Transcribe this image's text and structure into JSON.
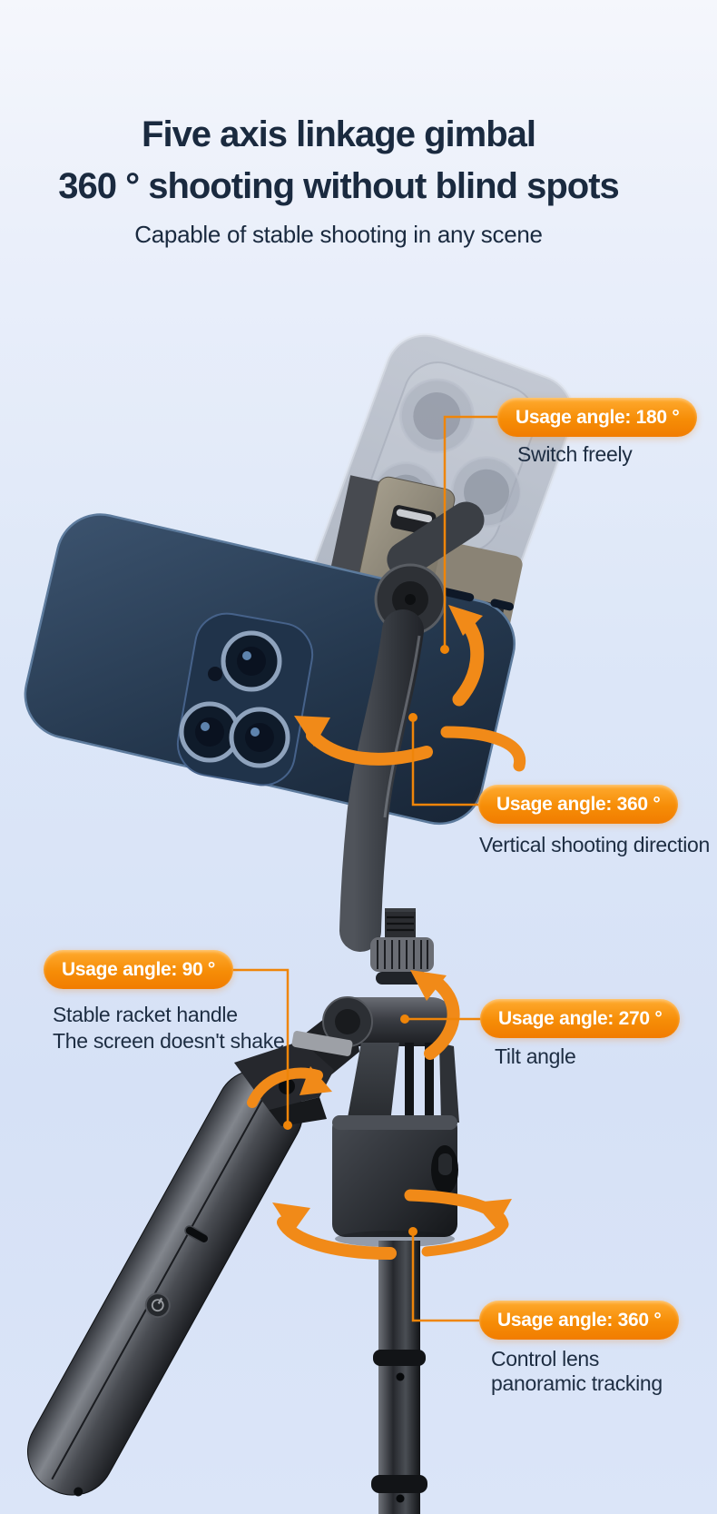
{
  "header": {
    "title_line1": "Five axis linkage gimbal",
    "title_line2": "360 ° shooting without blind spots",
    "subtitle": "Capable of stable shooting in any scene"
  },
  "callouts": [
    {
      "label": "Usage angle: 180 °",
      "desc_lines": [
        "Switch freely"
      ]
    },
    {
      "label": "Usage angle: 360 °",
      "desc_lines": [
        "Vertical shooting direction"
      ]
    },
    {
      "label": "Usage angle: 90 °",
      "desc_lines": [
        "Stable racket handle",
        "The screen doesn't shake"
      ]
    },
    {
      "label": "Usage angle: 270 °",
      "desc_lines": [
        "Tilt angle"
      ]
    },
    {
      "label": "Usage angle: 360 °",
      "desc_lines": [
        "Control lens",
        "panoramic tracking"
      ]
    }
  ],
  "colors": {
    "accent_orange": "#f48206",
    "badge_gradient_top": "#ffab30",
    "badge_gradient_bottom": "#f17c00",
    "connector_line": "#ef8509",
    "heading_text": "#1a2a3f",
    "body_text": "#1d2d42",
    "background_top": "#f5f7fc",
    "background_bottom": "#d6e1f6"
  },
  "icons": {
    "power_button": "power-icon",
    "rotation_arrows": "curved-arrow-icon"
  },
  "illustration": {
    "alt": "Smartphone mounted on a five-axis gimbal selfie stick with folding handle and telescopic pole"
  }
}
